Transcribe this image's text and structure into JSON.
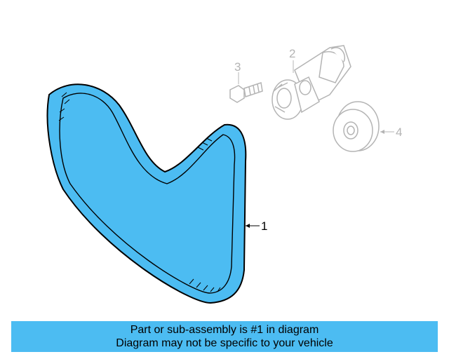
{
  "diagram": {
    "highlight_color": "#4cbcf2",
    "faded_color": "#c8c8c8",
    "parts": [
      {
        "number": "1",
        "icon": "serpentine-belt-icon",
        "highlighted": true
      },
      {
        "number": "2",
        "icon": "belt-tensioner-icon",
        "highlighted": false
      },
      {
        "number": "3",
        "icon": "bolt-icon",
        "highlighted": false
      },
      {
        "number": "4",
        "icon": "idler-pulley-icon",
        "highlighted": false
      }
    ]
  },
  "caption": {
    "line1": "Part or sub-assembly is #1 in diagram",
    "line2": "Diagram may not be specific to your vehicle",
    "background": "#4cbcf2"
  }
}
